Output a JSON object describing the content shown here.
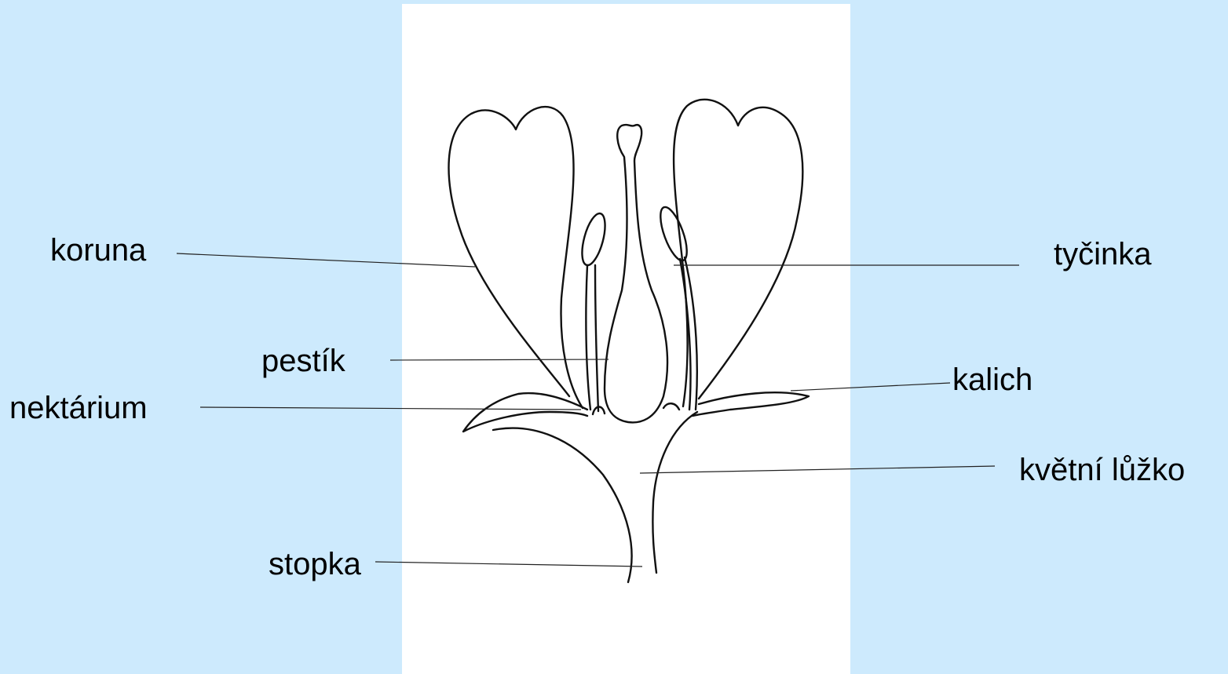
{
  "colors": {
    "background": "#cdeafd",
    "paper": "#ffffff",
    "ink": "#111111"
  },
  "labels": {
    "koruna": "koruna",
    "tycinka": "tyčinka",
    "pestik": "pestík",
    "kalich": "kalich",
    "nektarium": "nektárium",
    "kvetni_luzko": "květní lůžko",
    "stopka": "stopka"
  }
}
